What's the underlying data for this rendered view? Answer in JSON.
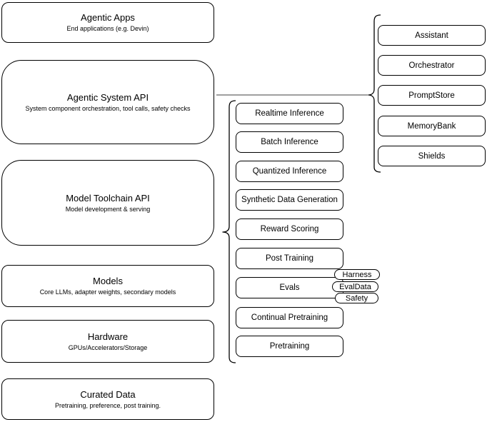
{
  "colors": {
    "background": "#ffffff",
    "node_fill": "#ffffff",
    "node_border": "#000000",
    "text": "#000000",
    "connector": "#666666"
  },
  "left_stack": [
    {
      "title": "Agentic Apps",
      "subtitle": "End applications (e.g. Devin)"
    },
    {
      "title": "Agentic System API",
      "subtitle": "System component orchestration, tool calls, safety checks"
    },
    {
      "title": "Model Toolchain API",
      "subtitle": "Model development & serving"
    },
    {
      "title": "Models",
      "subtitle": "Core LLMs, adapter weights, secondary models"
    },
    {
      "title": "Hardware",
      "subtitle": "GPUs/Accelerators/Storage"
    },
    {
      "title": "Curated Data",
      "subtitle": "Pretraining, preference, post training."
    }
  ],
  "toolchain_items": [
    "Realtime Inference",
    "Batch Inference",
    "Quantized Inference",
    "Synthetic Data Generation",
    "Reward Scoring",
    "Post Training",
    "Evals",
    "Continual Pretraining",
    "Pretraining"
  ],
  "evals_tags": [
    "Harness",
    "EvalData",
    "Safety"
  ],
  "system_components": [
    "Assistant",
    "Orchestrator",
    "PromptStore",
    "MemoryBank",
    "Shields"
  ]
}
